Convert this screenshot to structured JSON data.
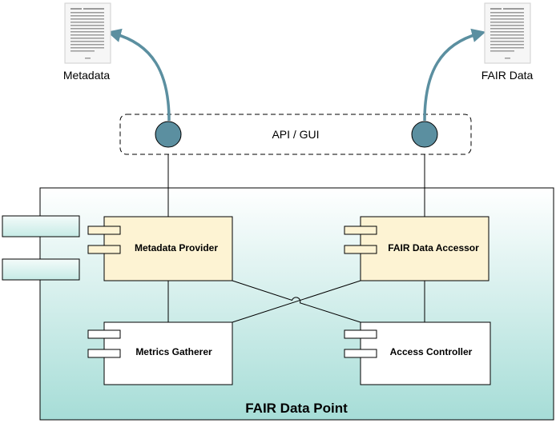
{
  "documents": {
    "left_label": "Metadata",
    "right_label": "FAIR Data"
  },
  "api_layer": {
    "label": "API / GUI"
  },
  "components": {
    "metadata_provider": "Metadata Provider",
    "fair_data_accessor": "FAIR Data Accessor",
    "metrics_gatherer": "Metrics Gatherer",
    "access_controller": "Access Controller"
  },
  "container": {
    "title": "FAIR Data Point"
  },
  "colors": {
    "teal": "#5b8fa0",
    "component_fill": "#fdf3d3",
    "container_gradient_top": "#ffffff",
    "container_gradient_bottom": "#a9dfd9",
    "side_box_fill": "#d6f0ee"
  }
}
